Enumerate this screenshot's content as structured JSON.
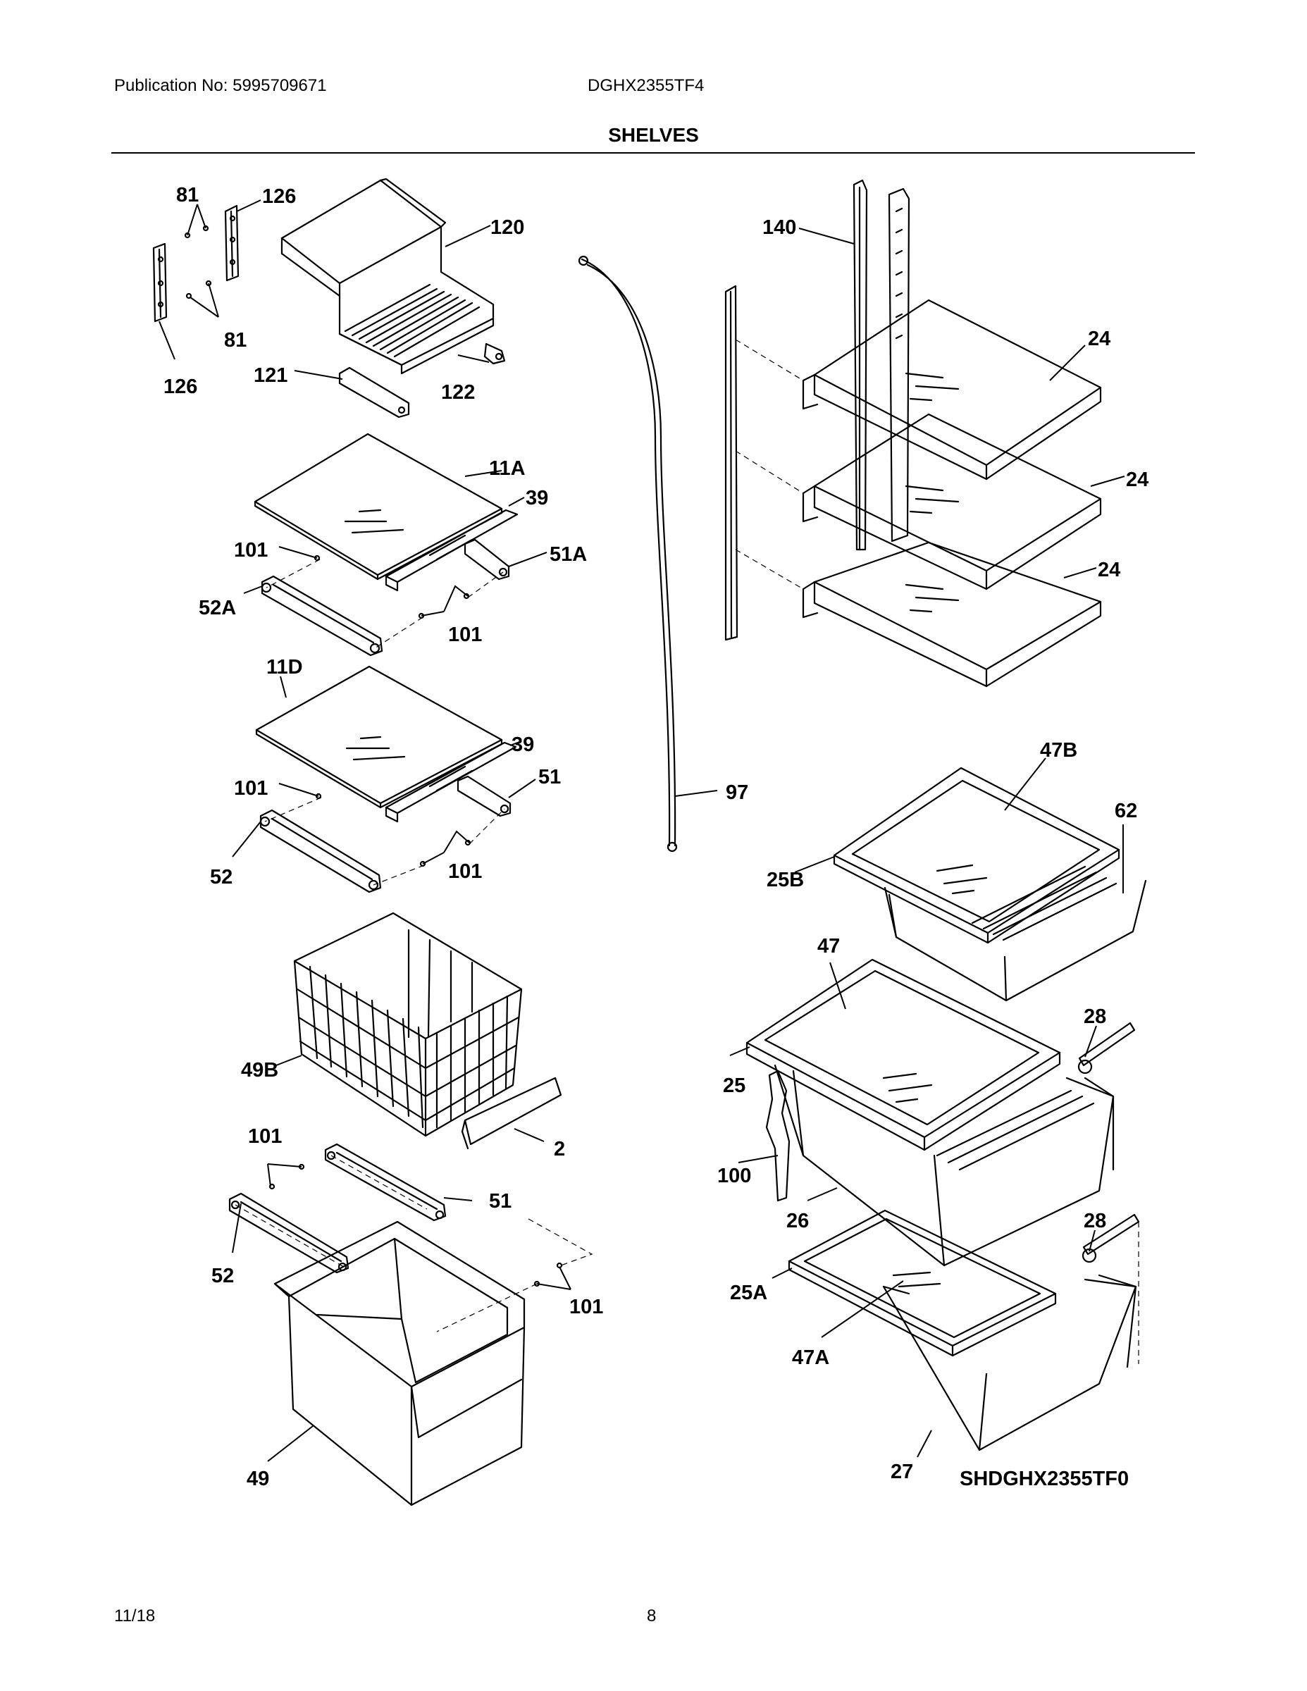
{
  "header": {
    "publication": "Publication No: 5995709671",
    "model": "DGHX2355TF4",
    "section_title": "SHELVES"
  },
  "callouts": {
    "c81a": "81",
    "c126a": "126",
    "c120": "120",
    "c81b": "81",
    "c126b": "126",
    "c121": "121",
    "c122": "122",
    "c140": "140",
    "c24a": "24",
    "c24b": "24",
    "c24c": "24",
    "c11A": "11A",
    "c39a": "39",
    "c101a": "101",
    "c51A": "51A",
    "c52A": "52A",
    "c101b": "101",
    "c11D": "11D",
    "c39b": "39",
    "c101c": "101",
    "c51a": "51",
    "c52a": "52",
    "c101d": "101",
    "c97": "97",
    "c47B": "47B",
    "c62": "62",
    "c25B": "25B",
    "c47": "47",
    "c28a": "28",
    "c49B": "49B",
    "c25": "25",
    "c2": "2",
    "c101e": "101",
    "c100": "100",
    "c51b": "51",
    "c26": "26",
    "c28b": "28",
    "c52b": "52",
    "c101f": "101",
    "c25A": "25A",
    "c47A": "47A",
    "c49": "49",
    "c27": "27"
  },
  "diagram_code": "SHDGHX2355TF0",
  "footer": {
    "date": "11/18",
    "page": "8"
  }
}
